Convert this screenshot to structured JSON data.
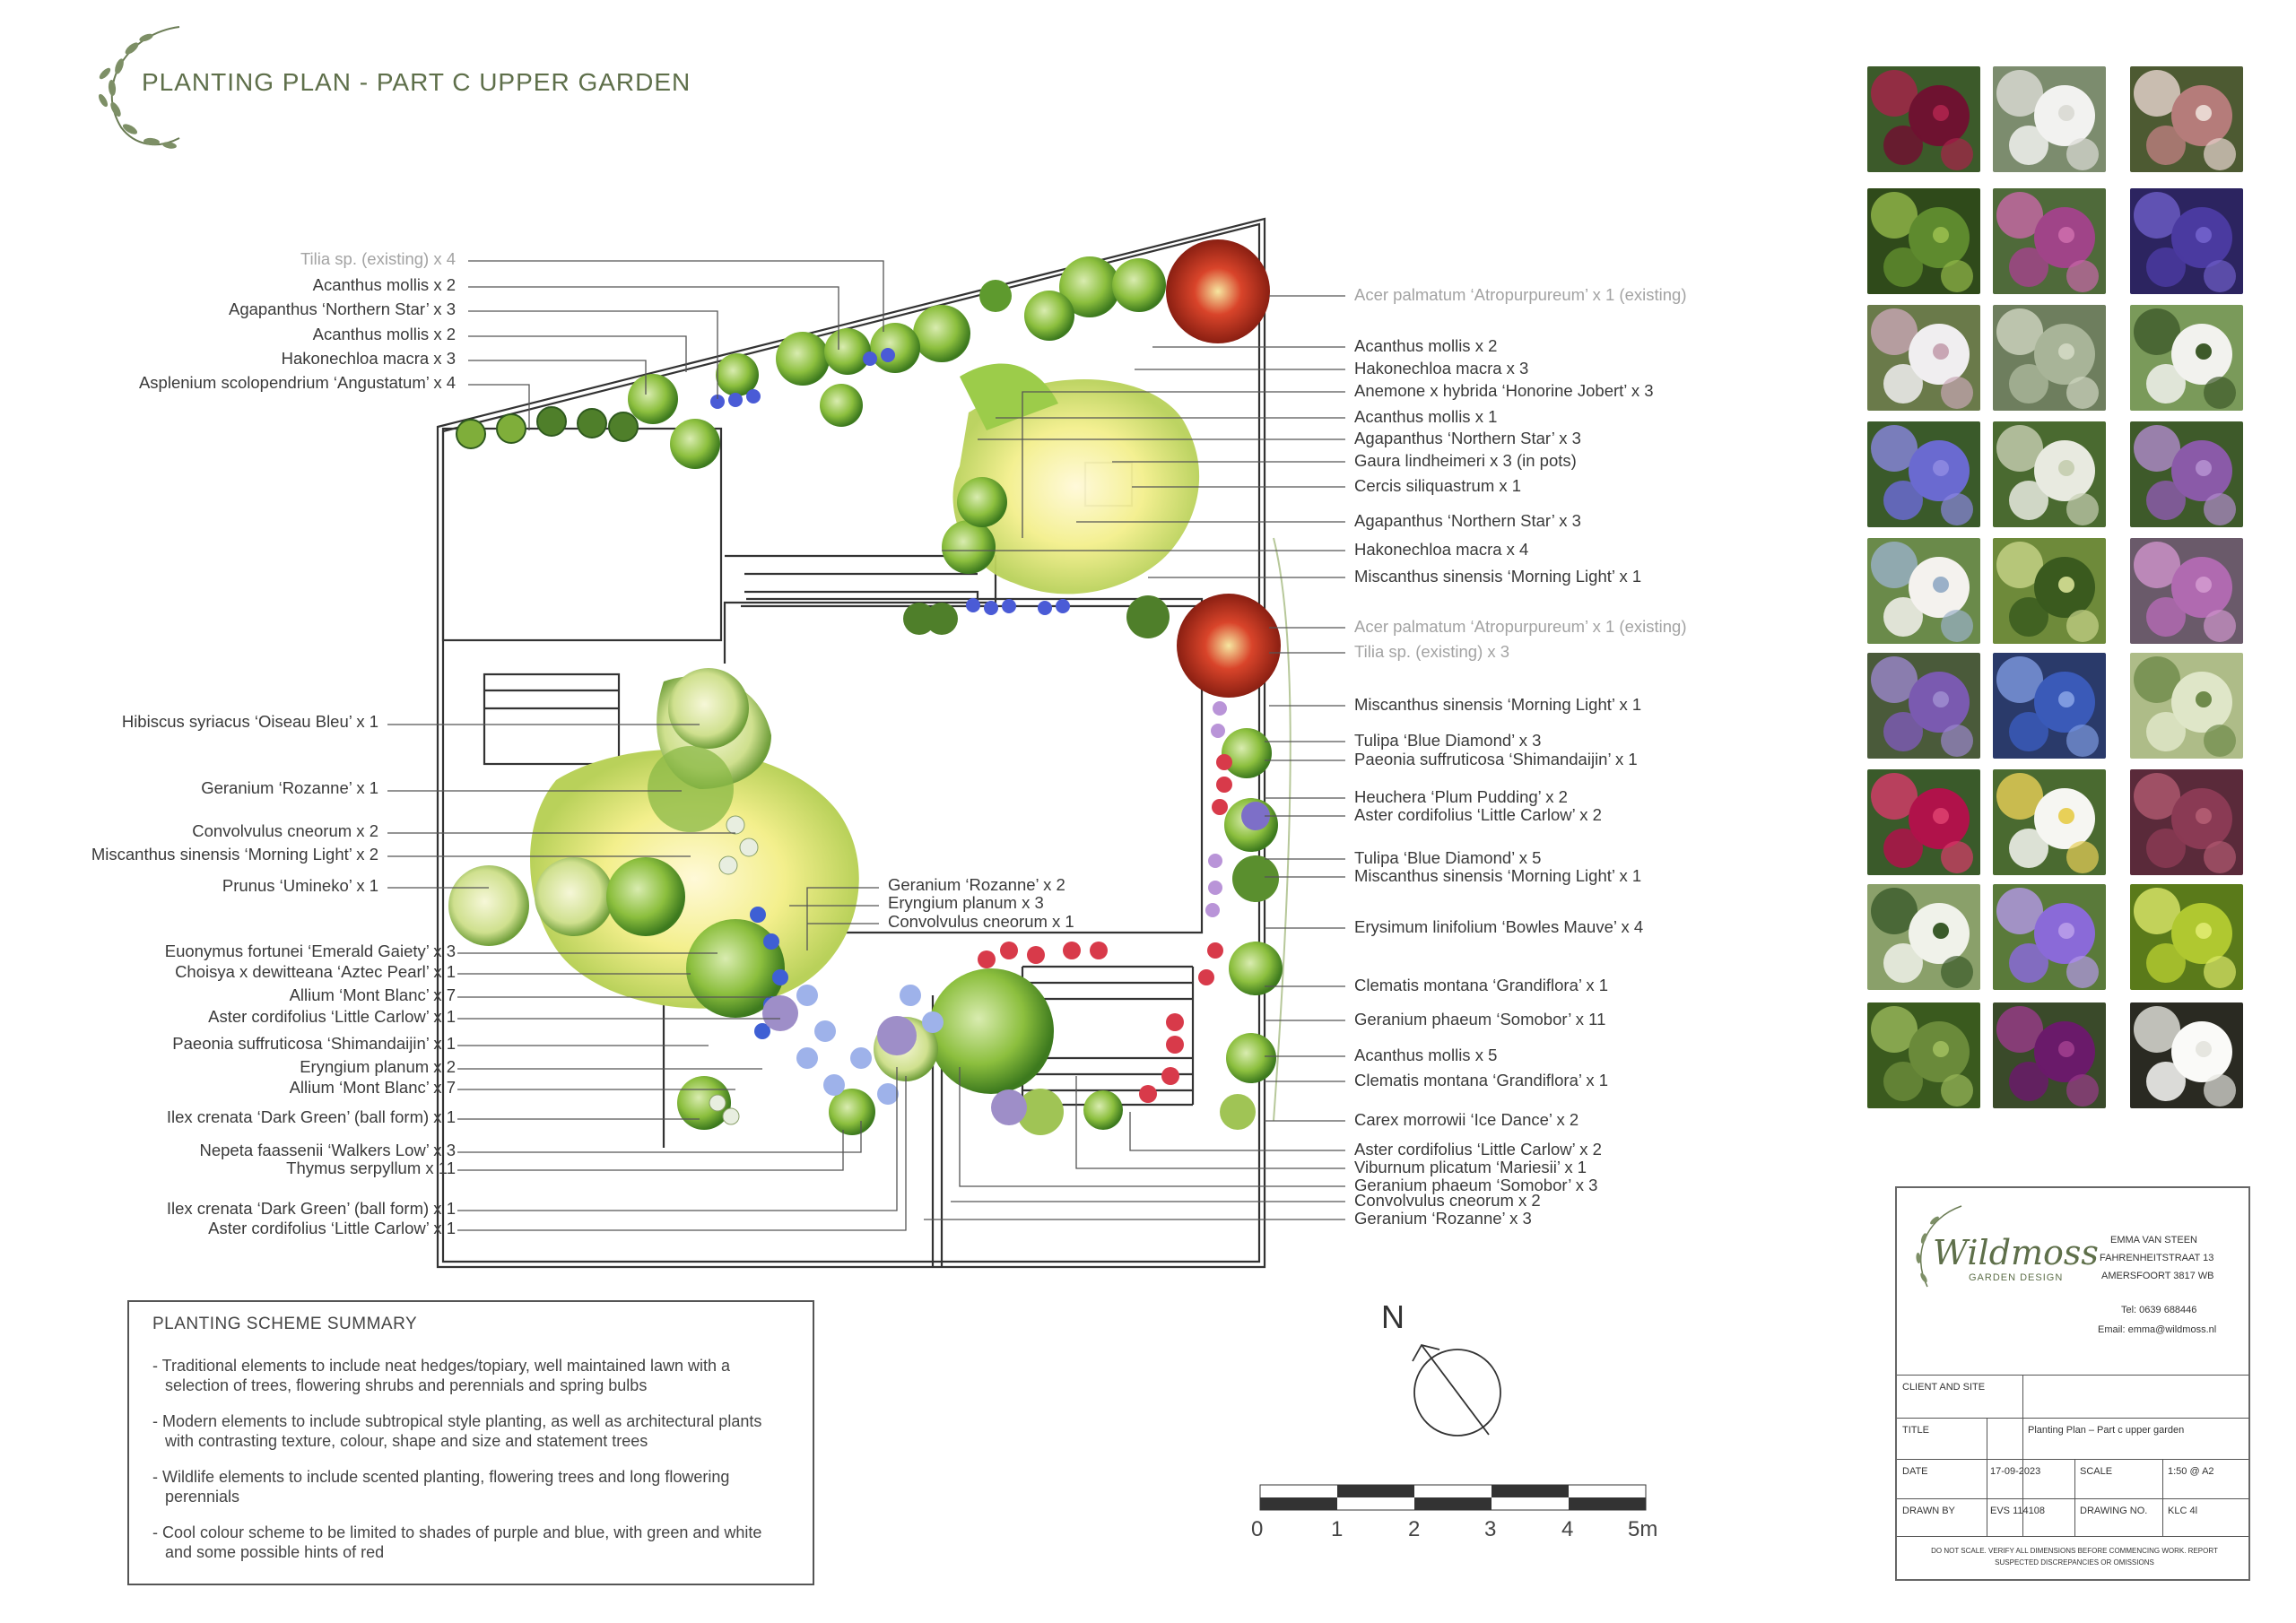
{
  "title": "PLANTING PLAN - PART C UPPER GARDEN",
  "labels_left": [
    {
      "text": "Tilia sp. (existing) x 4",
      "grey": true
    },
    {
      "text": "Acanthus mollis x 2"
    },
    {
      "text": "Agapanthus ‘Northern Star’ x 3"
    },
    {
      "text": "Acanthus mollis x 2"
    },
    {
      "text": "Hakonechloa macra x 3"
    },
    {
      "text": "Asplenium scolopendrium ‘Angustatum’ x 4"
    },
    {
      "text": "Hibiscus syriacus ‘Oiseau Bleu’ x 1"
    },
    {
      "text": "Geranium ‘Rozanne’ x 1"
    },
    {
      "text": "Convolvulus cneorum x 2"
    },
    {
      "text": "Miscanthus sinensis ‘Morning Light’ x 2"
    },
    {
      "text": "Prunus ‘Umineko’ x 1"
    },
    {
      "text": "Euonymus fortunei ‘Emerald Gaiety’ x 3"
    },
    {
      "text": "Choisya x dewitteana ‘Aztec Pearl’ x 1"
    },
    {
      "text": "Allium ‘Mont Blanc’ x 7"
    },
    {
      "text": "Aster cordifolius ‘Little Carlow’ x 1"
    },
    {
      "text": "Paeonia suffruticosa ‘Shimandaijin’ x 1"
    },
    {
      "text": "Eryngium planum x 2"
    },
    {
      "text": "Allium ‘Mont Blanc’ x 7"
    },
    {
      "text": "Ilex crenata ‘Dark Green’ (ball form) x 1"
    },
    {
      "text": "Nepeta faassenii ‘Walkers Low’ x 3"
    },
    {
      "text": "Thymus serpyllum x 11"
    },
    {
      "text": "Ilex crenata ‘Dark Green’ (ball form) x 1"
    },
    {
      "text": "Aster cordifolius ‘Little Carlow’ x 1"
    }
  ],
  "labels_center": [
    {
      "text": "Geranium ‘Rozanne’ x 2"
    },
    {
      "text": "Eryngium planum x 3"
    },
    {
      "text": "Convolvulus cneorum x 1"
    }
  ],
  "labels_right": [
    {
      "text": "Acer palmatum ‘Atropurpureum’ x 1 (existing)",
      "grey": true
    },
    {
      "text": "Acanthus mollis x 2"
    },
    {
      "text": "Hakonechloa macra x 3"
    },
    {
      "text": "Anemone x hybrida ‘Honorine Jobert’ x 3"
    },
    {
      "text": "Acanthus mollis x 1"
    },
    {
      "text": "Agapanthus ‘Northern Star’ x 3"
    },
    {
      "text": "Gaura lindheimeri x 3 (in pots)"
    },
    {
      "text": "Cercis siliquastrum x 1"
    },
    {
      "text": "Agapanthus ‘Northern Star’ x 3"
    },
    {
      "text": "Hakonechloa macra x 4"
    },
    {
      "text": "Miscanthus sinensis ‘Morning Light’ x 1"
    },
    {
      "text": "Acer palmatum ‘Atropurpureum’ x 1 (existing)",
      "grey": true
    },
    {
      "text": "Tilia sp. (existing) x 3",
      "grey": true
    },
    {
      "text": "Miscanthus sinensis ‘Morning Light’ x 1"
    },
    {
      "text": "Tulipa ‘Blue Diamond’ x 3"
    },
    {
      "text": "Paeonia suffruticosa ‘Shimandaijin’ x 1"
    },
    {
      "text": "Heuchera ‘Plum Pudding’ x 2"
    },
    {
      "text": "Aster cordifolius ‘Little Carlow’ x 2"
    },
    {
      "text": "Tulipa ‘Blue Diamond’ x 5"
    },
    {
      "text": "Miscanthus sinensis ‘Morning Light’ x 1"
    },
    {
      "text": "Erysimum linifolium ‘Bowles Mauve’ x 4"
    },
    {
      "text": "Clematis montana ‘Grandiflora’ x 1"
    },
    {
      "text": "Geranium phaeum ‘Somobor’ x 11"
    },
    {
      "text": "Acanthus mollis x 5"
    },
    {
      "text": "Clematis montana ‘Grandiflora’ x 1"
    },
    {
      "text": "Carex morrowii ‘Ice Dance’ x 2"
    },
    {
      "text": "Aster cordifolius ‘Little Carlow’ x 2"
    },
    {
      "text": "Viburnum plicatum ‘Mariesii’ x 1"
    },
    {
      "text": "Geranium phaeum ‘Somobor’ x 3"
    },
    {
      "text": "Convolvulus cneorum x 2"
    },
    {
      "text": "Geranium ‘Rozanne’ x 3"
    }
  ],
  "summary": {
    "heading": "PLANTING SCHEME SUMMARY",
    "points": [
      "- Traditional elements to include neat hedges/topiary, well maintained lawn with a selection of trees, flowering shrubs and perennials and spring bulbs",
      "- Modern elements to include subtropical style planting, as well as architectural plants with contrasting texture, colour, shape and size and statement trees",
      "- Wildlife elements to include scented planting, flowering trees and long flowering perennials",
      "- Cool colour scheme to be limited to shades of purple and blue, with green and white and some possible hints of red"
    ]
  },
  "compass": {
    "label": "N"
  },
  "scale_bar": {
    "ticks": [
      "0",
      "1",
      "2",
      "3",
      "4",
      "5m"
    ]
  },
  "title_block": {
    "logo_text": "Wildmoss",
    "logo_sub": "GARDEN DESIGN",
    "name": "EMMA VAN STEEN",
    "street": "FAHRENHEITSTRAAT 13",
    "city": "AMERSFOORT 3817 WB",
    "tel": "Tel:  0639 688446",
    "email": "Email:  emma@wildmoss.nl",
    "client_label": "CLIENT AND SITE",
    "title_label": "TITLE",
    "title_value": "Planting Plan – Part c upper garden",
    "date_label": "DATE",
    "date_value": "17-09-2023",
    "scale_label": "SCALE",
    "scale_value": "1:50 @ A2",
    "drawn_label": "DRAWN BY",
    "drawn_value": "EVS 114108",
    "drawing_no_label": "DRAWING NO.",
    "drawing_no_value": "KLC 4l",
    "disclaimer": "DO NOT SCALE. VERIFY ALL DIMENSIONS BEFORE COMMENCING WORK. REPORT SUSPECTED DISCREPANCIES OR OMISSIONS"
  },
  "photos": [
    {
      "name": "geranium-phaeum-photo",
      "colors": [
        "#6e1230",
        "#a8224a",
        "#3c5a2a"
      ]
    },
    {
      "name": "convolvulus-photo",
      "colors": [
        "#f2f2f0",
        "#dcdcd6",
        "#7c8c6e"
      ]
    },
    {
      "name": "acanthus-photo",
      "colors": [
        "#b57c7a",
        "#e8d6d0",
        "#4d5a32"
      ]
    },
    {
      "name": "hakonechloa-photo",
      "colors": [
        "#5e8a2e",
        "#93b84a",
        "#2f4a1a"
      ]
    },
    {
      "name": "cercis-photo",
      "colors": [
        "#a04488",
        "#c868a8",
        "#4f6a3a"
      ]
    },
    {
      "name": "agapanthus-photo",
      "colors": [
        "#4a3aa0",
        "#6e5ec8",
        "#2c2460"
      ]
    },
    {
      "name": "gaura-photo",
      "colors": [
        "#f0eef0",
        "#c8a6b4",
        "#6a7a4a"
      ]
    },
    {
      "name": "miscanthus-photo",
      "colors": [
        "#a8b498",
        "#cfd6c0",
        "#6e7e5e"
      ]
    },
    {
      "name": "viburnum-photo",
      "colors": [
        "#f2f2ee",
        "#3e5a2a",
        "#7a9a5a"
      ]
    },
    {
      "name": "geranium-rozanne-photo",
      "colors": [
        "#6a6ad0",
        "#8a86e0",
        "#3a5a2a"
      ]
    },
    {
      "name": "allium-photo",
      "colors": [
        "#e8eae0",
        "#c8d0b4",
        "#4a6a30"
      ]
    },
    {
      "name": "erysimum-photo",
      "colors": [
        "#8a5aa8",
        "#b08acc",
        "#3e5a2a"
      ]
    },
    {
      "name": "prunus-photo",
      "colors": [
        "#f4f2ee",
        "#9ab0c8",
        "#6a8a4a"
      ]
    },
    {
      "name": "carex-photo",
      "colors": [
        "#3a5a1e",
        "#c8d48a",
        "#6e8a3a"
      ]
    },
    {
      "name": "aster-photo",
      "colors": [
        "#b06ab0",
        "#cf94cc",
        "#6a5a6a"
      ]
    },
    {
      "name": "nepeta-photo",
      "colors": [
        "#7a5ab0",
        "#9a86cc",
        "#4a5a3a"
      ]
    },
    {
      "name": "eryngium-photo",
      "colors": [
        "#3a5ab8",
        "#7e9ae0",
        "#2a3a6a"
      ]
    },
    {
      "name": "euonymus-photo",
      "colors": [
        "#dfe6c8",
        "#6e8a4a",
        "#aebc88"
      ]
    },
    {
      "name": "paeonia-photo",
      "colors": [
        "#b0124a",
        "#d83a6a",
        "#3a5a2a"
      ]
    },
    {
      "name": "anemone-photo",
      "colors": [
        "#f6f6f2",
        "#e8d058",
        "#4a6a30"
      ]
    },
    {
      "name": "heuchera-photo",
      "colors": [
        "#8a3a54",
        "#b05a70",
        "#5a2a3a"
      ]
    },
    {
      "name": "choisya-photo",
      "colors": [
        "#f0f2ea",
        "#3a5a2a",
        "#8aa06a"
      ]
    },
    {
      "name": "hibiscus-photo",
      "colors": [
        "#8a6ad8",
        "#b498e8",
        "#5a7a3a"
      ]
    },
    {
      "name": "hakonechloa2-photo",
      "colors": [
        "#b0c830",
        "#dce86a",
        "#5a7a1a"
      ]
    },
    {
      "name": "ilex-photo",
      "colors": [
        "#6a8a3a",
        "#9ab85a",
        "#3a5a1e"
      ]
    },
    {
      "name": "tulipa-photo",
      "colors": [
        "#6a1a6a",
        "#9a3a8a",
        "#3a4a2a"
      ]
    },
    {
      "name": "clematis-photo",
      "colors": [
        "#fafaf8",
        "#e6e6e0",
        "#2a2a22"
      ]
    }
  ]
}
